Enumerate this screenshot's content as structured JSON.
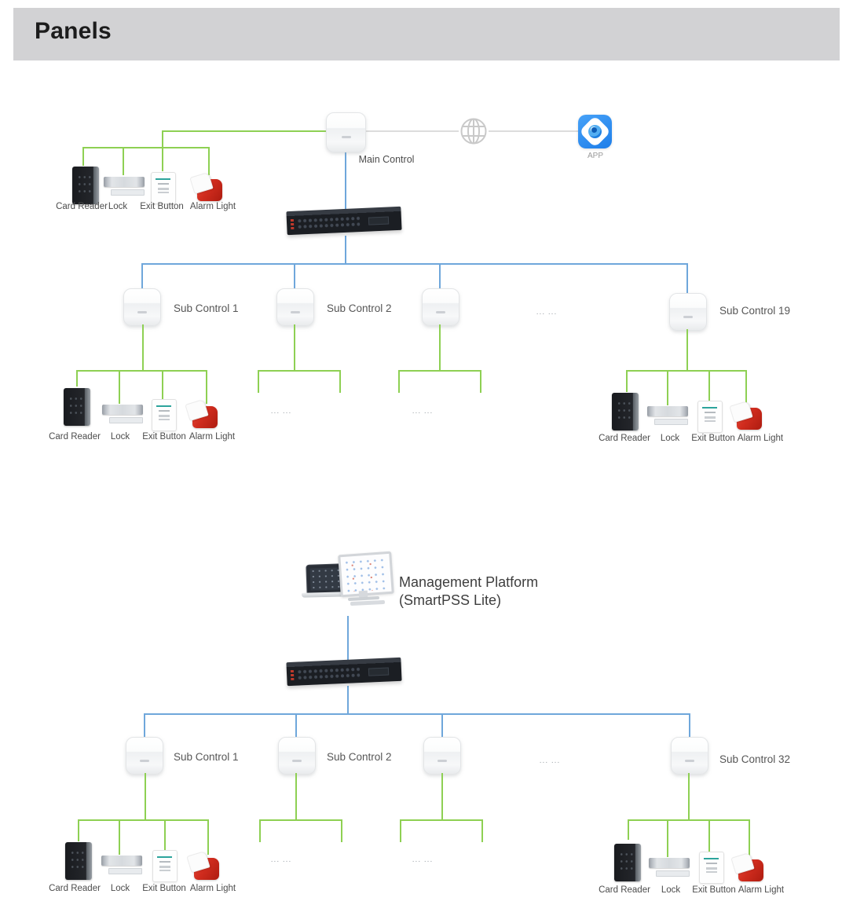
{
  "header": {
    "title": "Panels"
  },
  "device_labels": {
    "card_reader": "Card Reader",
    "lock": "Lock",
    "exit_button": "Exit Button",
    "alarm_light": "Alarm Light"
  },
  "ellipsis": "... ...",
  "diagram1": {
    "main_control_label": "Main Control",
    "app_label": "APP",
    "sub_controls": [
      "Sub Control 1",
      "Sub Control 2",
      "Sub Control 19"
    ]
  },
  "diagram2": {
    "platform_title": "Management Platform",
    "platform_subtitle": "(SmartPSS Lite)",
    "sub_controls": [
      "Sub Control 1",
      "Sub Control 2",
      "Sub Control 32"
    ]
  },
  "colors": {
    "header_bg": "#d2d2d4",
    "line_green": "#8ed053",
    "line_blue": "#6fa7db",
    "line_gray": "#dcdcdc",
    "app_blue": "#2f8def",
    "alarm_red": "#d02c1e",
    "exit_button_teal": "#2da49c"
  }
}
